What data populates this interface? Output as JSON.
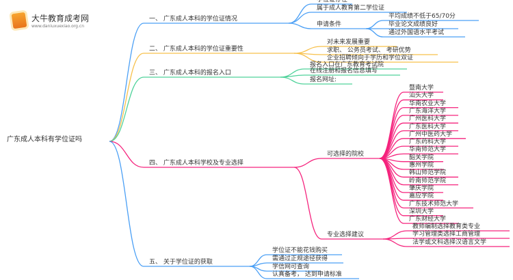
{
  "logo": {
    "name": "大牛教育成考网",
    "url": "www.daniuxuexiao.org.cn"
  },
  "root": "广东成人本科有学位证吗",
  "colors": {
    "blue": "#4a9ff5",
    "orange": "#f7c04a",
    "green": "#4fd29a",
    "pink": "#f5237d"
  },
  "b1": {
    "label": "一、 广东成人本科的学位证情况",
    "items": [
      "学位证存在",
      "属于成人教育第二学位证",
      "申请条件"
    ],
    "conditions": [
      "平均成绩不低于65/70分",
      "毕业论文成绩良好",
      "通过外国语水平考试"
    ]
  },
  "b2": {
    "label": "二、 广东成人本科的学位证重要性",
    "items": [
      "对未来发展重要",
      "求职、 公务员考试、 考研优势",
      "企业招聘倾向于学历和学位双证"
    ]
  },
  "b3": {
    "label": "三、 广东成人本科的报名入口",
    "items": [
      "报名入口在广东教育考试院",
      "在线注册和报名信息填写",
      "报名网址:"
    ]
  },
  "b4": {
    "label": "四、 广东成人本科学校及专业选择",
    "schools_label": "可选择的院校",
    "schools": [
      "暨南大学",
      "汕头大学",
      "华南农业大学",
      "广东海洋大学",
      "广州医科大学",
      "广东医科大学",
      "广州中医药大学",
      "广东药科大学",
      "华南师范大学",
      "韶关学院",
      "惠州学院",
      "韩山师范学院",
      "岭南师范学院",
      "肇庆学院",
      "嘉应学院",
      "广东技术师范大学",
      "深圳大学",
      "广东财经大学"
    ],
    "majors_label": "专业选择建议",
    "majors": [
      "教师编制选择教育类专业",
      "学习管理类选择工商管理",
      "法学或文科选择汉语言文学"
    ]
  },
  "b5": {
    "label": "五、 关于学位证的获取",
    "items": [
      "学位证不能花钱购买",
      "需通过正规途径获得",
      "学信网可查询",
      "认真备考， 达到申请标准"
    ]
  }
}
